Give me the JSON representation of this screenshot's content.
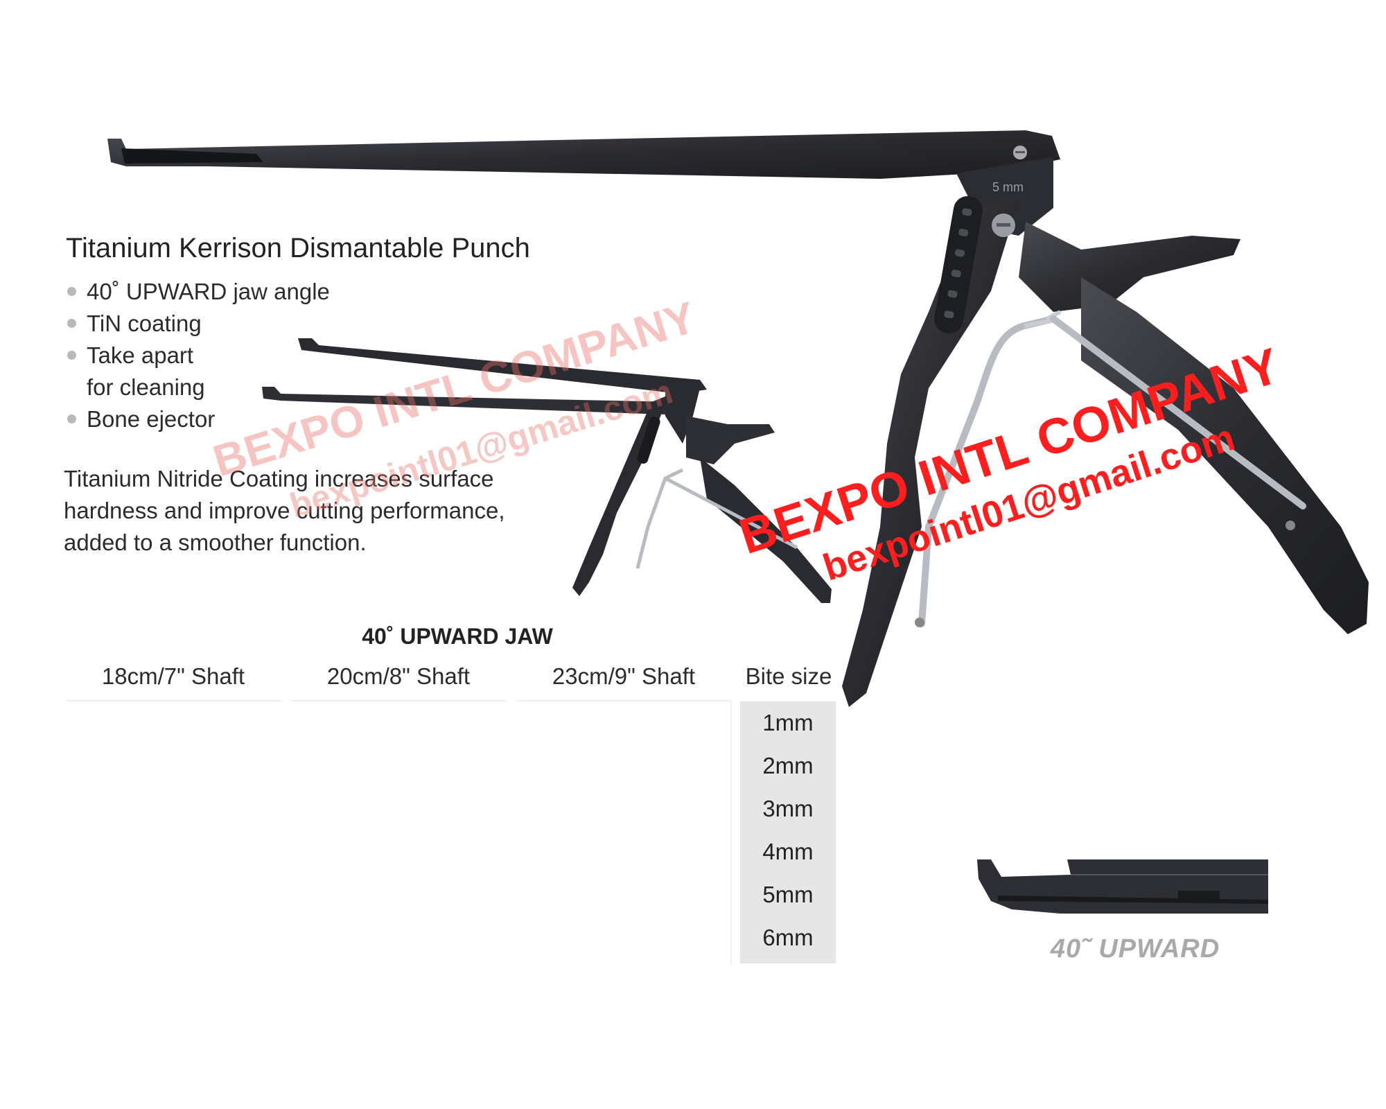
{
  "product": {
    "title": "Titanium Kerrison Dismantable Punch",
    "features": [
      "40˚ UPWARD jaw angle",
      "TiN coating",
      "Take apart",
      "Bone ejector"
    ],
    "feature_continuation": "for cleaning",
    "description": "Titanium Nitride Coating increases surface hardness and improve cutting performance, added to a smoother function."
  },
  "instrument_marking": "5 mm",
  "table": {
    "title": "40˚ UPWARD JAW",
    "columns": [
      "18cm/7\" Shaft",
      "20cm/8\" Shaft",
      "23cm/9\" Shaft",
      "Bite size"
    ],
    "bite_sizes": [
      "1mm",
      "2mm",
      "3mm",
      "4mm",
      "5mm",
      "6mm"
    ]
  },
  "jaw_caption": "40˜ UPWARD",
  "watermarks": {
    "company": "BEXPO INTL COMPANY",
    "email": "bexpointl01@gmail.com",
    "colors": {
      "faint": "#e86e64",
      "strong": "#ff1e1e"
    }
  },
  "colors": {
    "instrument": "#2a2a2e",
    "steel": "#b8bcc2",
    "table_bg": "#e6e6e6"
  }
}
